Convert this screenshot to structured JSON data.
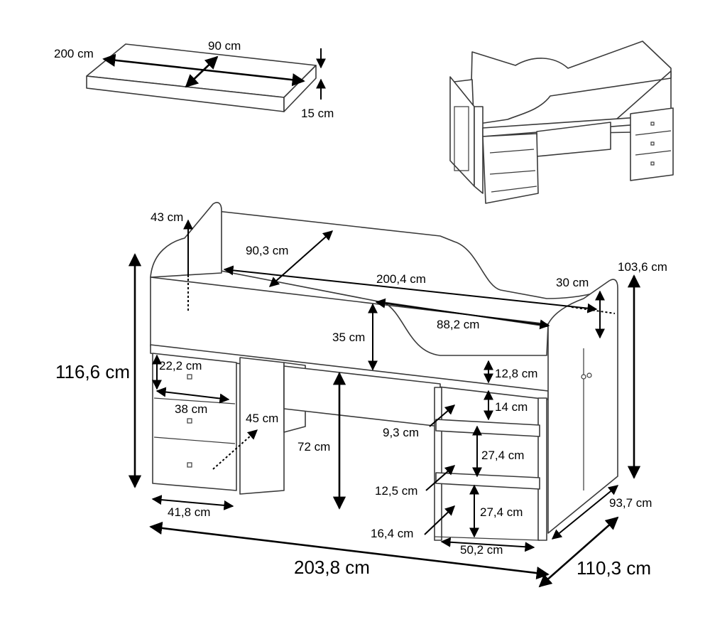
{
  "mattress": {
    "length": "200 cm",
    "width": "90 cm",
    "height": "15 cm"
  },
  "bed": {
    "headboard_height": "43 cm",
    "inner_width": "90,3 cm",
    "inner_length": "200,4 cm",
    "guard_height_right": "30 cm",
    "rail_height": "35 cm",
    "cutout_length": "88,2 cm",
    "frame_thickness": "12,8 cm",
    "step_top_gap": "14 cm",
    "total_height_left": "116,6 cm",
    "total_height_right": "103,6 cm",
    "drawer_height": "22,2 cm",
    "drawer_width": "38 cm",
    "desk_depth": "45 cm",
    "desk_height": "72 cm",
    "step_depth_1": "9,3 cm",
    "step_height_1": "27,4 cm",
    "step_depth_2": "12,5 cm",
    "step_height_2": "27,4 cm",
    "step_depth_3": "16,4 cm",
    "ladder_width": "50,2 cm",
    "cabinet_width": "41,8 cm",
    "total_length": "203,8 cm",
    "cabinet_depth": "93,7 cm",
    "total_depth": "110,3 cm"
  },
  "colors": {
    "line": "#3a3a3a",
    "dimension": "#000000",
    "background": "#ffffff"
  }
}
